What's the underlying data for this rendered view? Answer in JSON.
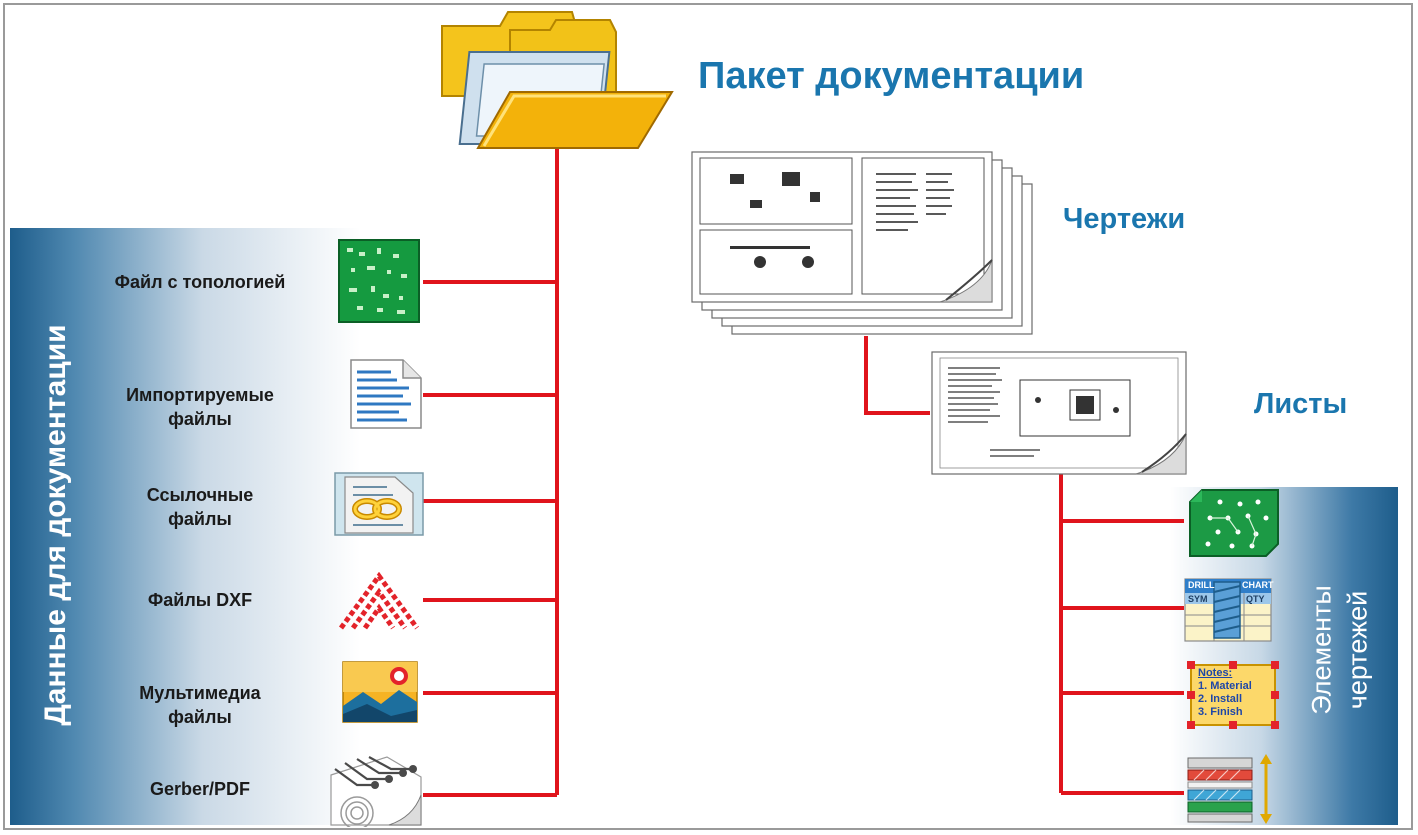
{
  "header": {
    "title": "Пакет документации"
  },
  "nodes": {
    "drawings": "Чертежи",
    "sheets": "Листы"
  },
  "left_panel": {
    "title": "Данные для документации",
    "items": [
      {
        "lines": [
          "Файл с топологией"
        ],
        "icon": "pcb-board-icon"
      },
      {
        "lines": [
          "Импортируемые",
          "файлы"
        ],
        "icon": "text-document-icon"
      },
      {
        "lines": [
          "Ссылочные",
          "файлы"
        ],
        "icon": "linked-file-icon"
      },
      {
        "lines": [
          "Файлы DXF"
        ],
        "icon": "dxf-icon"
      },
      {
        "lines": [
          "Мультимедиа",
          "файлы"
        ],
        "icon": "image-icon"
      },
      {
        "lines": [
          "Gerber/PDF"
        ],
        "icon": "gerber-pdf-icon"
      }
    ]
  },
  "right_panel": {
    "title_lines": [
      "Элементы",
      "чертежей"
    ],
    "notes_lines": [
      "Notes:",
      "1. Material",
      "2. Install",
      "3. Finish"
    ],
    "table_headers": [
      "DRILL",
      "CHART",
      "SYM",
      "QTY"
    ],
    "icons": [
      "pcb-view-icon",
      "drill-chart-icon",
      "notes-icon",
      "layer-stackup-icon"
    ]
  },
  "colors": {
    "accent": "#1a76ae",
    "connector": "#e0141c",
    "band": "#1e5d8b"
  }
}
